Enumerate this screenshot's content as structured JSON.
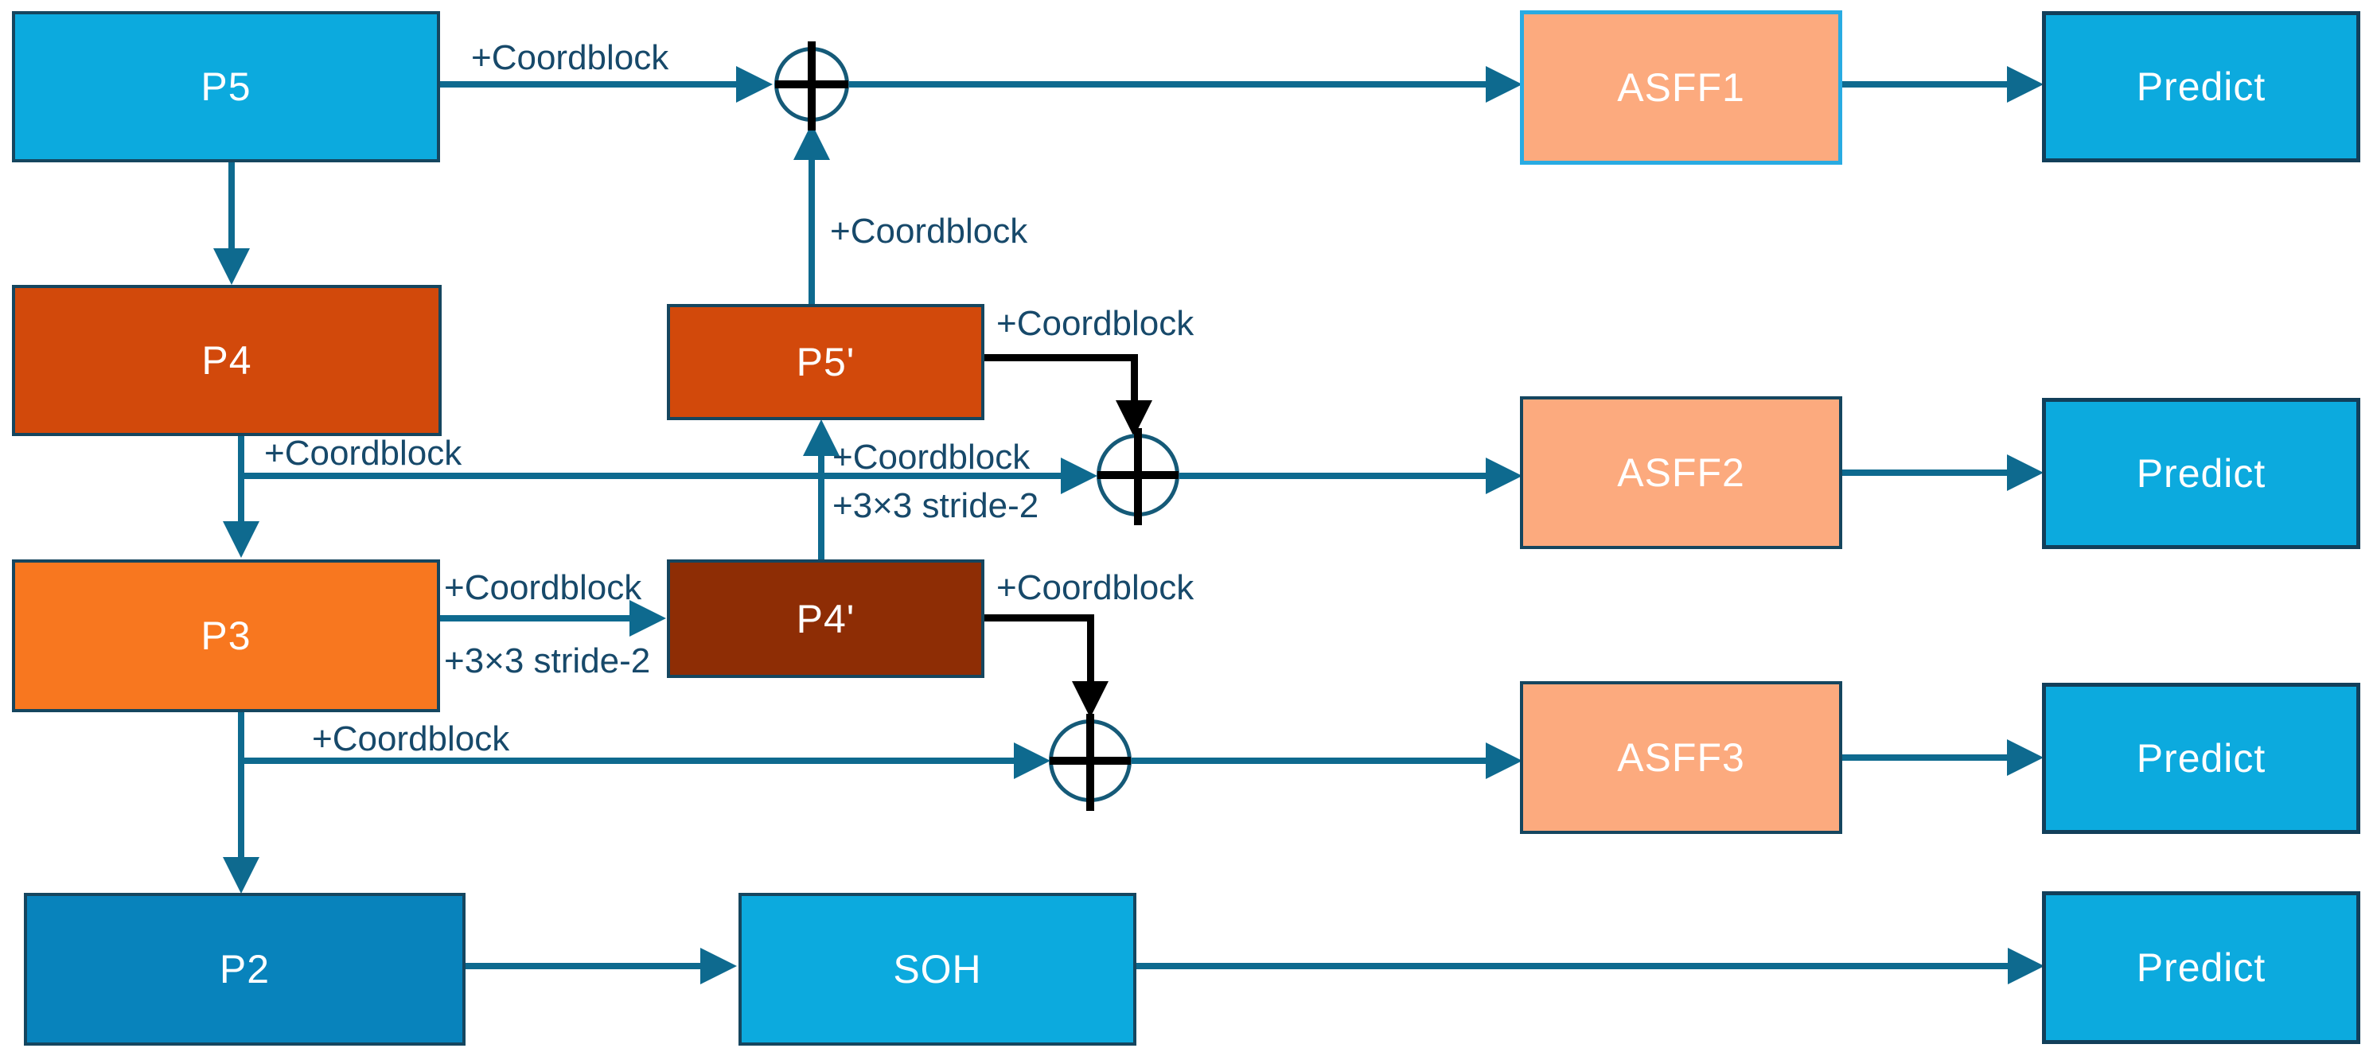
{
  "diagram": {
    "title": "Feature pyramid with Coordblock and ASFF prediction heads",
    "nodes": {
      "p5": {
        "label": "P5"
      },
      "p4": {
        "label": "P4"
      },
      "p3": {
        "label": "P3"
      },
      "p2": {
        "label": "P2"
      },
      "p5_prime": {
        "label": "P5'"
      },
      "p4_prime": {
        "label": "P4'"
      },
      "soh": {
        "label": "SOH"
      },
      "asff1": {
        "label": "ASFF1"
      },
      "asff2": {
        "label": "ASFF2"
      },
      "asff3": {
        "label": "ASFF3"
      },
      "predict1": {
        "label": "Predict"
      },
      "predict2": {
        "label": "Predict"
      },
      "predict3": {
        "label": "Predict"
      },
      "predict4": {
        "label": "Predict"
      }
    },
    "edge_labels": {
      "p5_out": "+Coordblock",
      "p5p_up": "+Coordblock",
      "p4_out": "+Coordblock",
      "p5p_right": "+Coordblock",
      "p4p_up_1": "+Coordblock",
      "p4p_up_2": "+3×3 stride-2",
      "p3_out_1": "+Coordblock",
      "p3_out_2": "+3×3 stride-2",
      "p3_branch": "+Coordblock",
      "p4p_right": "+Coordblock"
    },
    "icons": {
      "sum1": "circle-plus",
      "sum2": "circle-plus",
      "sum3": "circle-plus"
    },
    "colors": {
      "light_blue": "#0caade",
      "medium_blue": "#0883bc",
      "dark_orange": "#d2490b",
      "orange": "#f8771f",
      "brown": "#8e2d05",
      "peach": "#fcaa7e",
      "asff1_border": "#29abe2",
      "edge_teal": "#0e6a8f",
      "label_navy": "#17496a",
      "black_edge": "#000000",
      "box_text": "#ffffff"
    }
  }
}
